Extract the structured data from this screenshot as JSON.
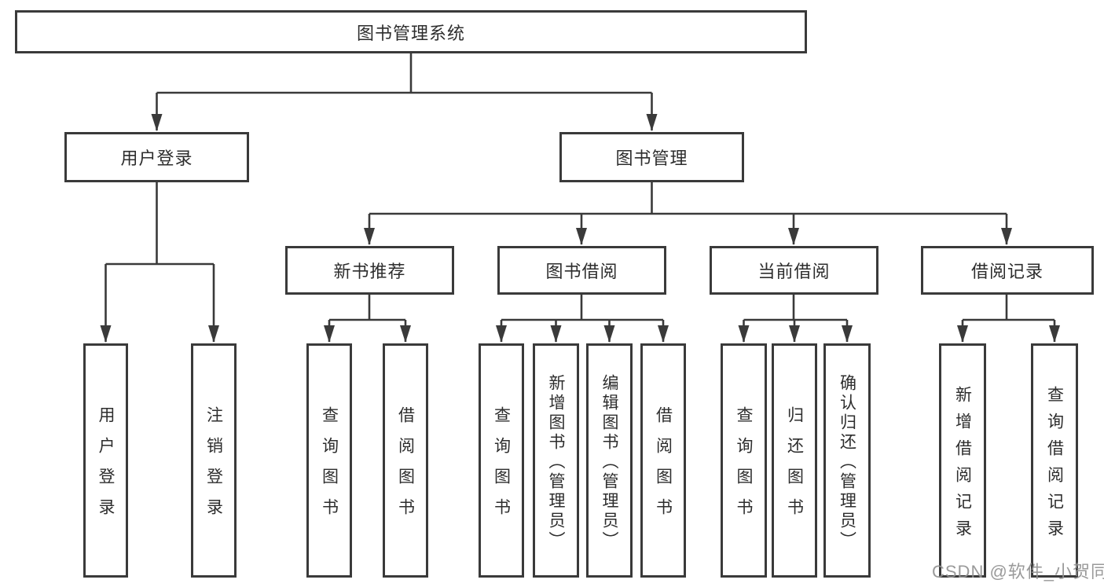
{
  "diagram_type": "hierarchy-tree",
  "colors": {
    "line": "#3a3a3a",
    "node_border": "#3a3a3a",
    "node_fill": "#ffffff",
    "text": "#2d2d2d",
    "watermark": "#919191",
    "background": "#ffffff"
  },
  "tree": {
    "label": "图书管理系统",
    "children": [
      {
        "label": "用户登录",
        "children": [
          {
            "label": "用户登录"
          },
          {
            "label": "注销登录"
          }
        ]
      },
      {
        "label": "图书管理",
        "children": [
          {
            "label": "新书推荐",
            "children": [
              {
                "label": "查询图书"
              },
              {
                "label": "借阅图书"
              }
            ]
          },
          {
            "label": "图书借阅",
            "children": [
              {
                "label": "查询图书"
              },
              {
                "label": "新增图书（管理员）"
              },
              {
                "label": "编辑图书（管理员）"
              },
              {
                "label": "借阅图书"
              }
            ]
          },
          {
            "label": "当前借阅",
            "children": [
              {
                "label": "查询图书"
              },
              {
                "label": "归还图书"
              },
              {
                "label": "确认归还（管理员）"
              }
            ]
          },
          {
            "label": "借阅记录",
            "children": [
              {
                "label": "新增借阅记录"
              },
              {
                "label": "查询借阅记录"
              }
            ]
          }
        ]
      }
    ]
  },
  "watermark": "CSDN @软件_小贺同学"
}
